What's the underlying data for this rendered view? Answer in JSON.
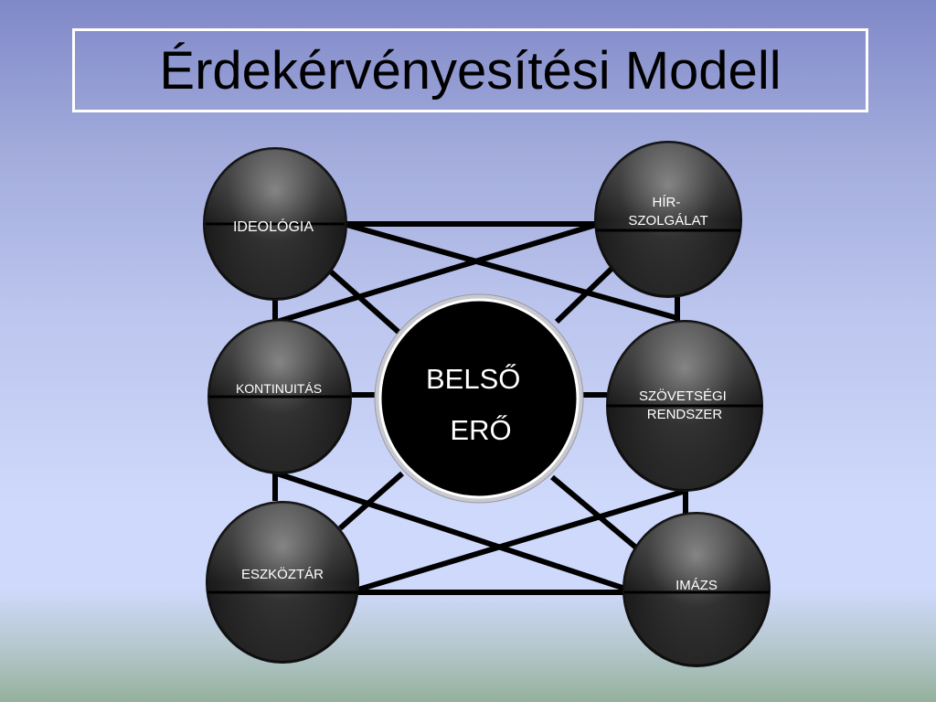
{
  "title": "Érdekérvényesítési Modell",
  "diagram": {
    "center": {
      "lines": [
        "BELSŐ",
        "ERŐ"
      ]
    },
    "nodes": [
      {
        "id": "ideologia",
        "lines": [
          "IDEOLÓGIA"
        ]
      },
      {
        "id": "hirszolgalat",
        "lines": [
          "HÍR-",
          "SZOLGÁLAT"
        ]
      },
      {
        "id": "kontinuitas",
        "lines": [
          "KONTINUITÁS"
        ]
      },
      {
        "id": "szovetsegi",
        "lines": [
          "SZÖVETSÉGI",
          "RENDSZER"
        ]
      },
      {
        "id": "eszkoztar",
        "lines": [
          "ESZKÖZTÁR"
        ]
      },
      {
        "id": "imazs",
        "lines": [
          "IMÁZS"
        ]
      }
    ]
  }
}
